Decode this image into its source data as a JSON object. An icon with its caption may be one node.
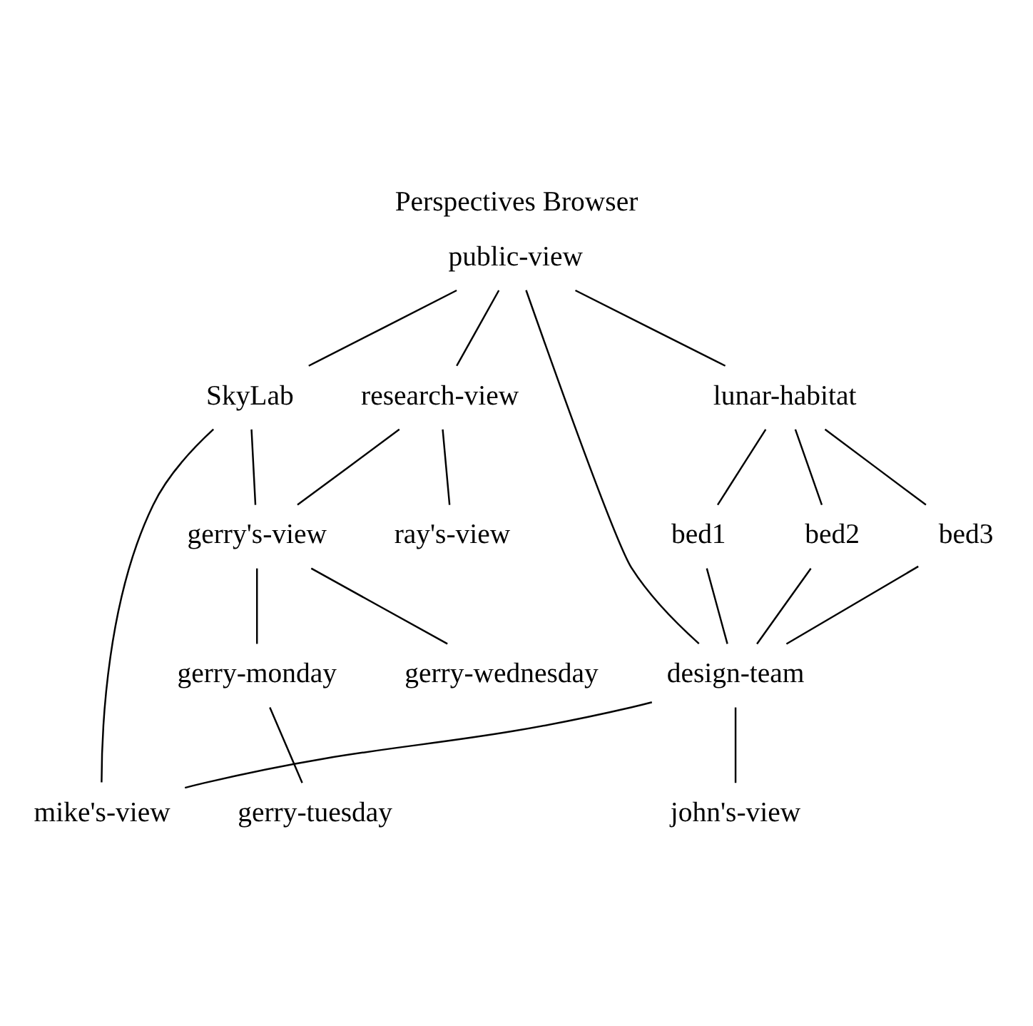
{
  "diagram": {
    "title": "Perspectives Browser",
    "nodes": [
      {
        "text": [
          "public-view"
        ]
      },
      {
        "text": [
          "lunar-habitat"
        ]
      },
      {
        "text": [
          "bed1"
        ]
      },
      {
        "text": [
          "bed2"
        ]
      },
      {
        "text": [
          "bed3"
        ]
      },
      {
        "text": [
          "research-view"
        ]
      },
      {
        "text": [
          "SkyLab"
        ]
      },
      {
        "text": [
          "design-team"
        ]
      },
      {
        "text": [
          "ray's-view"
        ]
      },
      {
        "text": [
          "gerry's-view"
        ]
      },
      {
        "text": [
          "mike's-view"
        ]
      },
      {
        "text": [
          "john's-view"
        ]
      },
      {
        "text": [
          "gerry-monday"
        ]
      },
      {
        "text": [
          "gerry-wednesday"
        ]
      },
      {
        "text": [
          "gerry-tuesday"
        ]
      }
    ],
    "edges": [
      {
        "from": 0,
        "to": 1,
        "arrow": "none"
      },
      {
        "from": 0,
        "to": 5,
        "arrow": "none"
      },
      {
        "from": 0,
        "to": 6,
        "arrow": "none"
      },
      {
        "from": 0,
        "to": 7,
        "arrow": "none"
      },
      {
        "from": 1,
        "to": 2,
        "arrow": "none"
      },
      {
        "from": 1,
        "to": 3,
        "arrow": "none"
      },
      {
        "from": 1,
        "to": 4,
        "arrow": "none"
      },
      {
        "from": 2,
        "to": 7,
        "arrow": "none"
      },
      {
        "from": 3,
        "to": 7,
        "arrow": "none"
      },
      {
        "from": 4,
        "to": 7,
        "arrow": "none"
      },
      {
        "from": 5,
        "to": 8,
        "arrow": "none"
      },
      {
        "from": 5,
        "to": 9,
        "arrow": "none"
      },
      {
        "from": 6,
        "to": 9,
        "arrow": "none"
      },
      {
        "from": 6,
        "to": 10,
        "arrow": "none"
      },
      {
        "from": 7,
        "to": 10,
        "arrow": "none"
      },
      {
        "from": 7,
        "to": 11,
        "arrow": "none"
      },
      {
        "from": 9,
        "to": 12,
        "arrow": "none"
      },
      {
        "from": 9,
        "to": 13,
        "arrow": "none"
      },
      {
        "from": 12,
        "to": 14,
        "arrow": "none"
      }
    ]
  }
}
